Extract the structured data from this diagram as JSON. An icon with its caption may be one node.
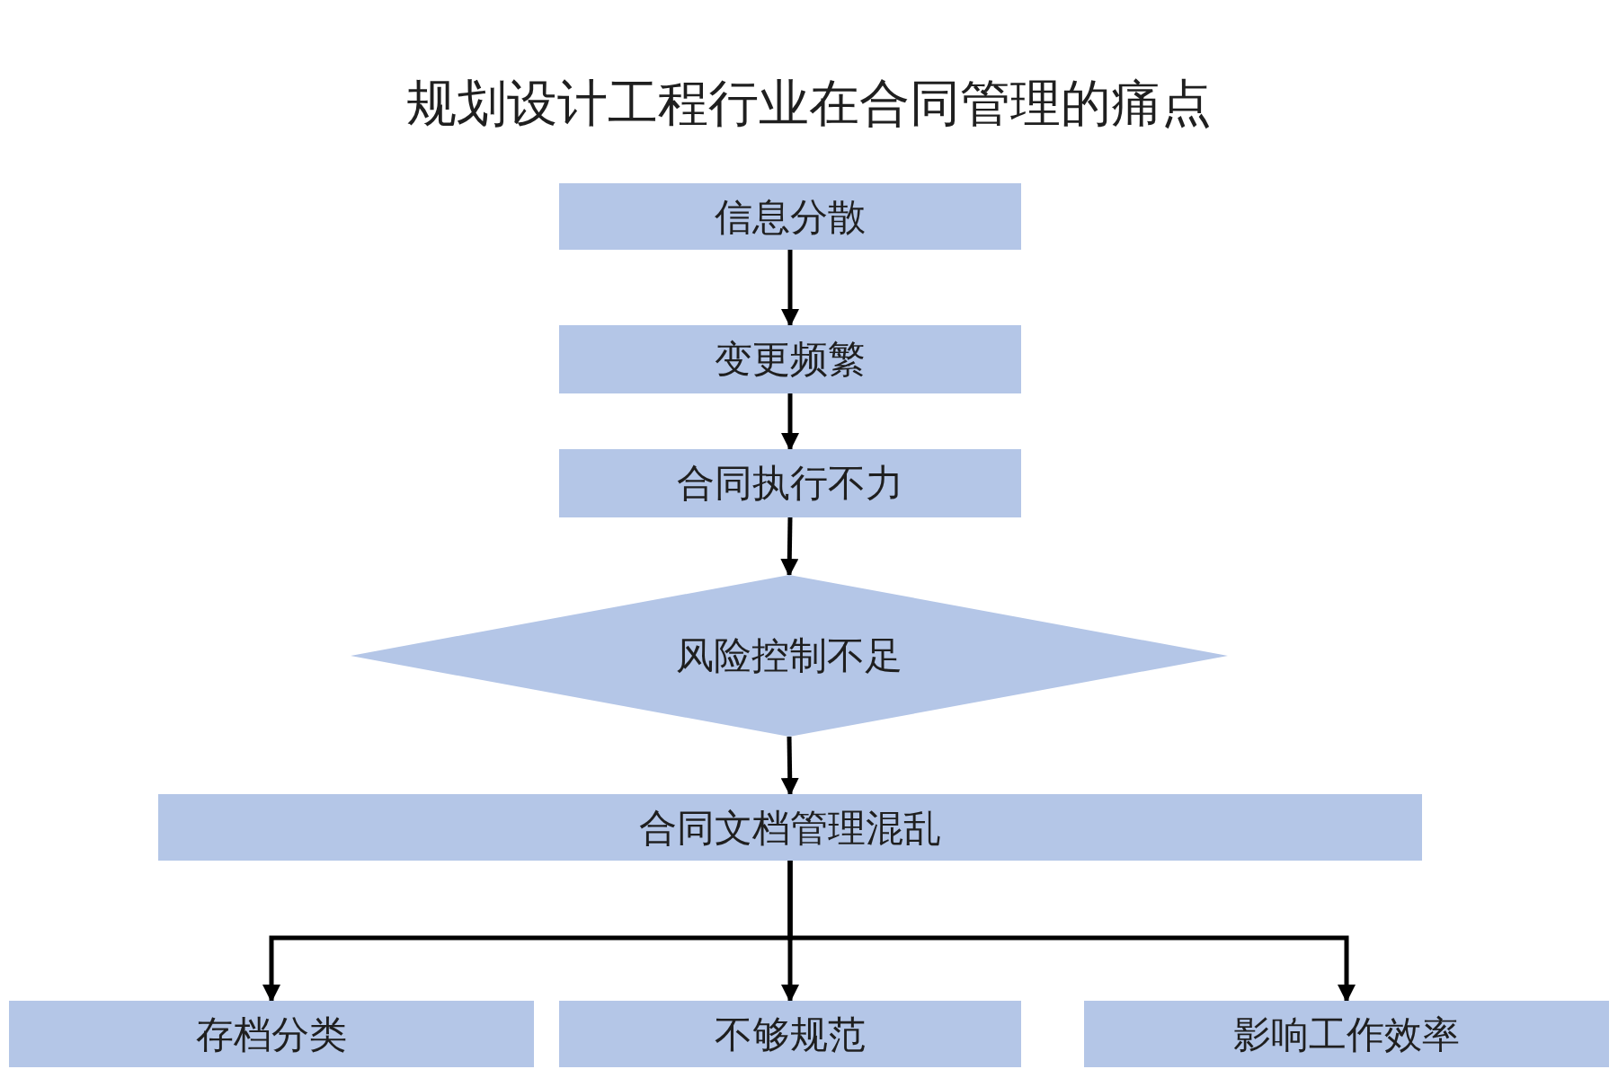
{
  "diagram": {
    "title": "规划设计工程行业在合同管理的痛点",
    "nodes": [
      {
        "text": [
          "信息分散"
        ]
      },
      {
        "text": [
          "变更频繁"
        ]
      },
      {
        "text": [
          "合同执行不力"
        ]
      },
      {
        "text": [
          "风险控制不足"
        ]
      },
      {
        "text": [
          "合同文档管理混乱"
        ]
      },
      {
        "text": [
          "存档分类"
        ]
      },
      {
        "text": [
          "不够规范"
        ]
      },
      {
        "text": [
          "影响工作效率"
        ]
      }
    ],
    "edges": [
      {
        "from": 0,
        "to": 1,
        "arrow": "to"
      },
      {
        "from": 1,
        "to": 2,
        "arrow": "to"
      },
      {
        "from": 2,
        "to": 3,
        "arrow": "to"
      },
      {
        "from": 3,
        "to": 4,
        "arrow": "to"
      },
      {
        "from": 4,
        "to": 5,
        "arrow": "to"
      },
      {
        "from": 4,
        "to": 6,
        "arrow": "to"
      },
      {
        "from": 4,
        "to": 7,
        "arrow": "to"
      }
    ]
  }
}
